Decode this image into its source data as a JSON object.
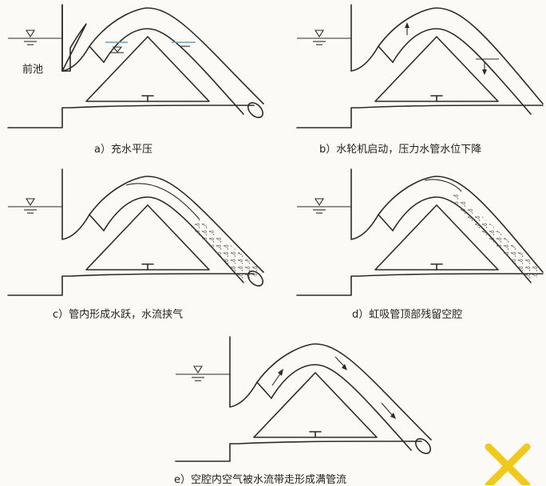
{
  "labels": {
    "forebay": "前池"
  },
  "captions": {
    "a": "a）充水平压",
    "b": "b）水轮机启动，压力水管水位下降",
    "c": "c）管内形成水跃，水流挟气",
    "d": "d）虹吸管顶部残留空腔",
    "e": "e）空腔内空气被水流带走形成满管流"
  },
  "colors": {
    "ink": "#2a2a2a",
    "water_line": "#6aa0b8",
    "watermark": "#f2c400"
  },
  "watermark": {
    "icon": "x-mark-icon"
  }
}
